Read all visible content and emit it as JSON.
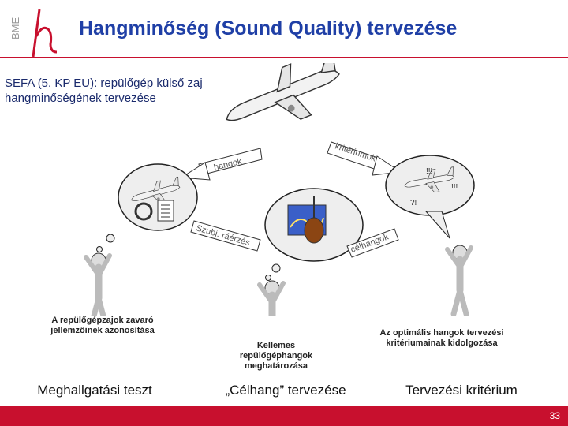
{
  "header": {
    "logo_text": "BME",
    "title": "Hangminőség (Sound Quality) tervezése"
  },
  "intro": {
    "line1": "SEFA (5. KP EU): repülőgép külső zaj",
    "line2": "hangminőségének tervezése"
  },
  "diagram": {
    "arrow_hangok": "hangok",
    "arrow_kriteriumok": "kritériumok",
    "arrow_szubj": "Szubj. ráérzés",
    "arrow_celhangok": "célhangok",
    "marks_exclaim": "!!!",
    "marks_question": "?!"
  },
  "captions": {
    "left": "A repülőgépzajok zavaró jellemzőinek azonosítása",
    "middle": "Kellemes repülőgéphangok meghatározása",
    "right": "Az optimális hangok tervezési kritériumainak kidolgozása"
  },
  "labels": {
    "left": "Meghallgatási teszt",
    "middle": "„Célhang” tervezése",
    "right": "Tervezési kritérium"
  },
  "footer": {
    "page": "33"
  },
  "colors": {
    "accent": "#c8102e",
    "title": "#1f3fa6"
  }
}
